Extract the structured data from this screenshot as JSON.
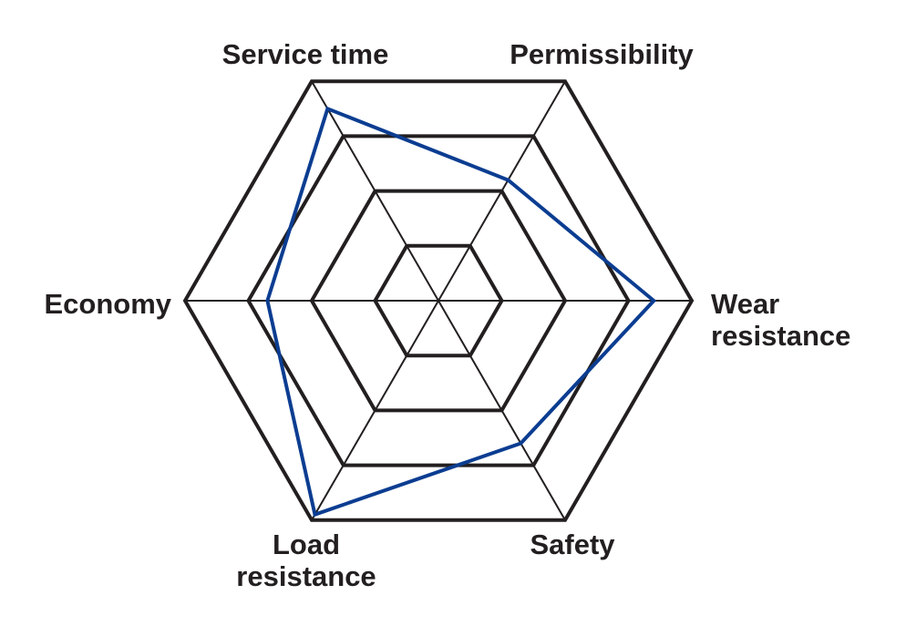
{
  "chart_data": {
    "type": "radar",
    "axes": [
      {
        "label_lines": [
          "Service time"
        ]
      },
      {
        "label_lines": [
          "Permissibility"
        ]
      },
      {
        "label_lines": [
          "Wear",
          "resistance"
        ]
      },
      {
        "label_lines": [
          "Safety"
        ]
      },
      {
        "label_lines": [
          "Load",
          "resistance"
        ]
      },
      {
        "label_lines": [
          "Economy"
        ]
      }
    ],
    "rings": 4,
    "range": [
      0,
      4
    ],
    "series": [
      {
        "color": "#0b3d91",
        "values": [
          3.5,
          2.2,
          3.4,
          2.6,
          3.9,
          2.7
        ]
      }
    ],
    "colors": {
      "grid": "#231f20",
      "text": "#231f20"
    }
  }
}
